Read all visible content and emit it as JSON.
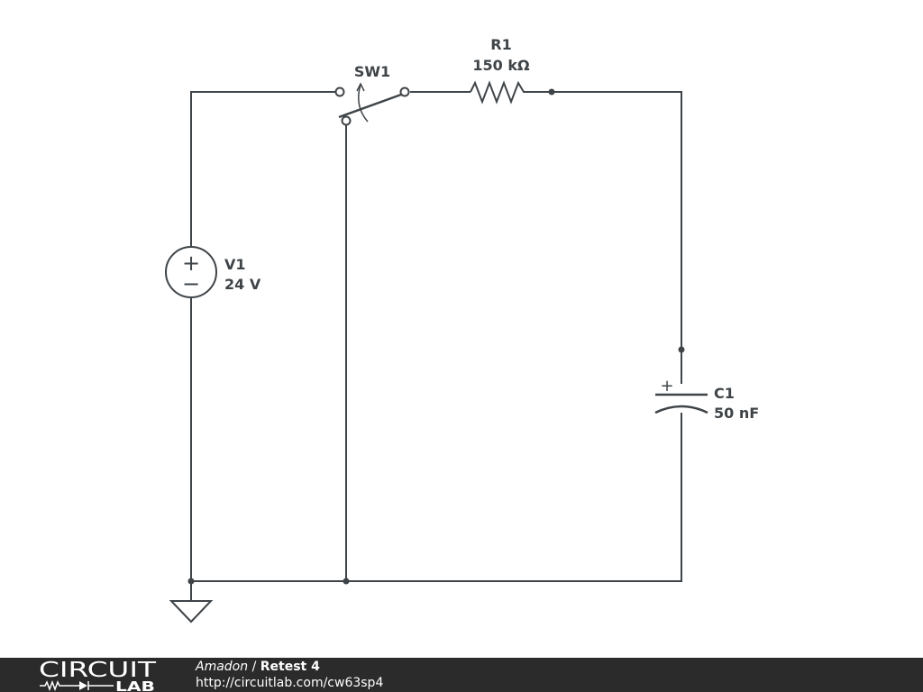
{
  "diagram": {
    "components": {
      "switch": {
        "label": "SW1"
      },
      "resistor": {
        "label": "R1",
        "value": "150 kΩ"
      },
      "source": {
        "label": "V1",
        "value": "24 V",
        "plus": "+",
        "minus": "−"
      },
      "capacitor": {
        "label": "C1",
        "value": "50 nF",
        "polarity": "+"
      }
    }
  },
  "footer": {
    "logo_top": "CIRCUIT",
    "logo_bottom": "LAB",
    "author": "Amadon",
    "separator": "/",
    "title": "Retest 4",
    "url": "http://circuitlab.com/cw63sp4"
  },
  "colors": {
    "wire": "#3f4448",
    "footer_bg": "#2b2b2b",
    "footer_text": "#ffffff"
  }
}
